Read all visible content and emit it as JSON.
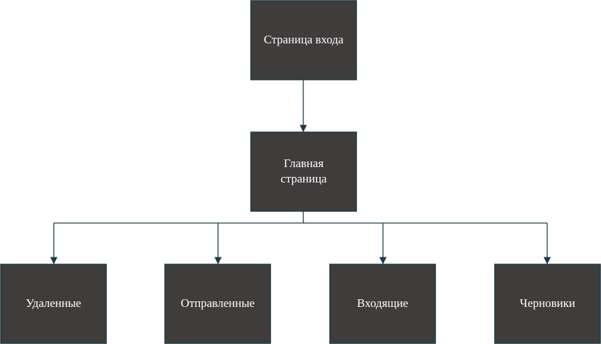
{
  "diagram": {
    "nodes": {
      "login": {
        "line1": "Страница входа"
      },
      "main": {
        "line1": "Главная",
        "line2": "страница"
      },
      "deleted": {
        "line1": "Удаленные"
      },
      "sent": {
        "line1": "Отправленные"
      },
      "inbox": {
        "line1": "Входящие"
      },
      "drafts": {
        "line1": "Черновики"
      }
    },
    "edges": [
      {
        "from": "login",
        "to": "main"
      },
      {
        "from": "main",
        "to": "deleted"
      },
      {
        "from": "main",
        "to": "sent"
      },
      {
        "from": "main",
        "to": "inbox"
      },
      {
        "from": "main",
        "to": "drafts"
      }
    ],
    "colors": {
      "node_fill": "#3f3c3c",
      "node_stroke": "#1f3b45",
      "node_text": "#ffffff",
      "edge": "#1f3b45",
      "background": "#ffffff"
    }
  }
}
